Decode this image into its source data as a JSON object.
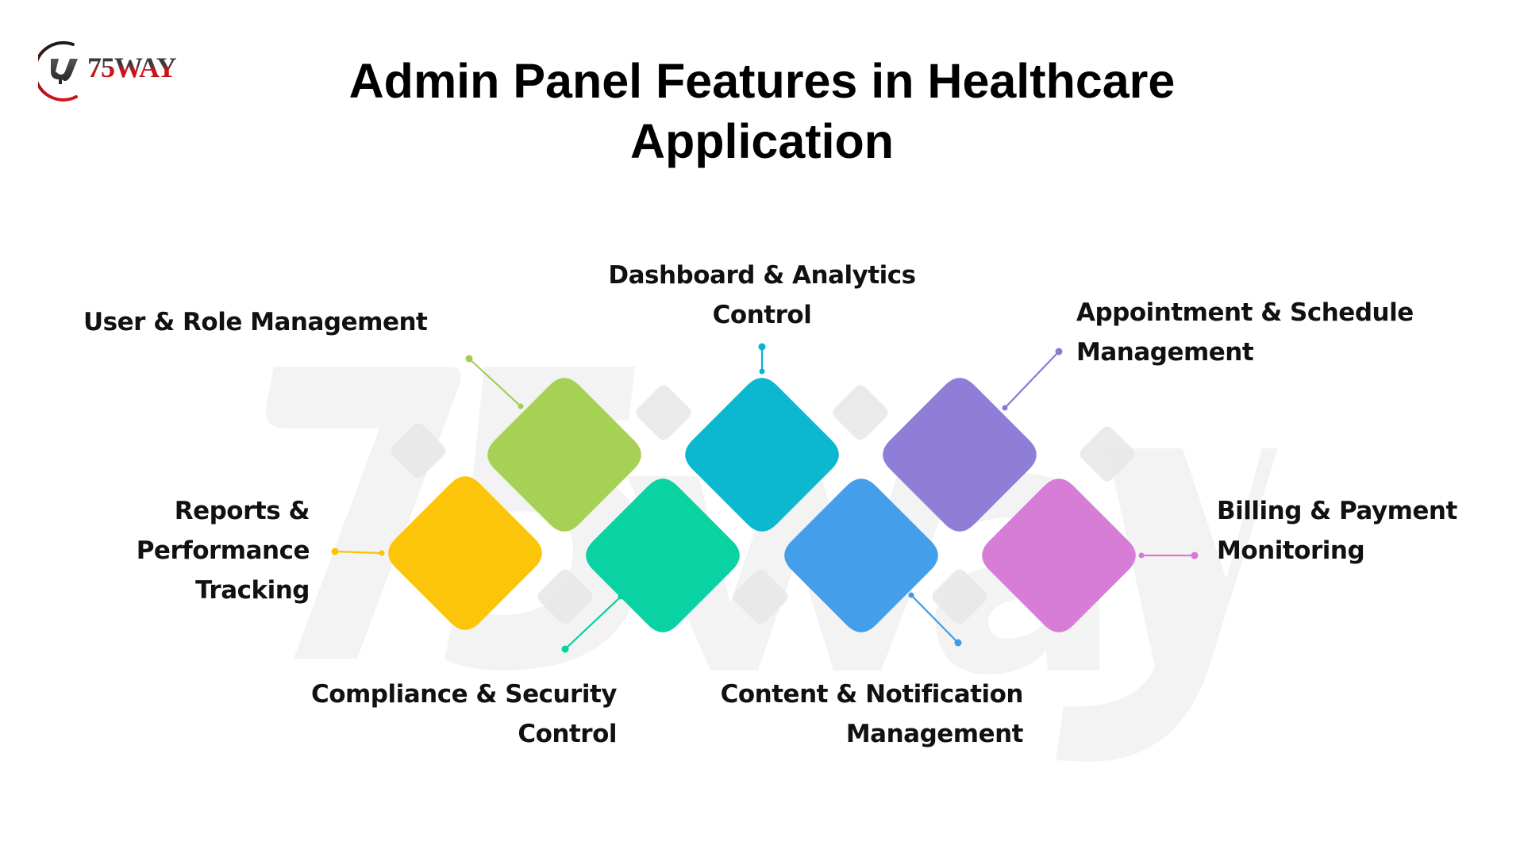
{
  "brand": {
    "logo_text": "75WAY",
    "logo_icon": "75way-monogram-icon"
  },
  "title": {
    "line1": "Admin Panel Features in Healthcare",
    "line2": "Application"
  },
  "watermark": {
    "text": "75way"
  },
  "features": [
    {
      "id": "user-role",
      "lines": [
        "User & Role Management"
      ],
      "color": "#A3CF50"
    },
    {
      "id": "dashboard-analytics",
      "lines": [
        "Dashboard & Analytics",
        "Control"
      ],
      "color": "#03B6CD"
    },
    {
      "id": "appointment-schedule",
      "lines": [
        "Appointment & Schedule",
        "Management"
      ],
      "color": "#8A7AD6"
    },
    {
      "id": "reports-performance",
      "lines": [
        "Reports &",
        "Performance",
        "Tracking"
      ],
      "color": "#FDC301"
    },
    {
      "id": "compliance-security",
      "lines": [
        "Compliance & Security",
        "Control"
      ],
      "color": "#03D19F"
    },
    {
      "id": "content-notification",
      "lines": [
        "Content & Notification",
        "Management"
      ],
      "color": "#3E9BE9"
    },
    {
      "id": "billing-payment",
      "lines": [
        "Billing & Payment",
        "Monitoring"
      ],
      "color": "#D678D6"
    }
  ],
  "colors": {
    "background": "#FFFFFF",
    "text": "#111111",
    "watermark": "#F3F3F3",
    "accent_diamond": "#E6E6E6",
    "logo_red": "#D3141C",
    "logo_dark": "#3A3A3A"
  }
}
